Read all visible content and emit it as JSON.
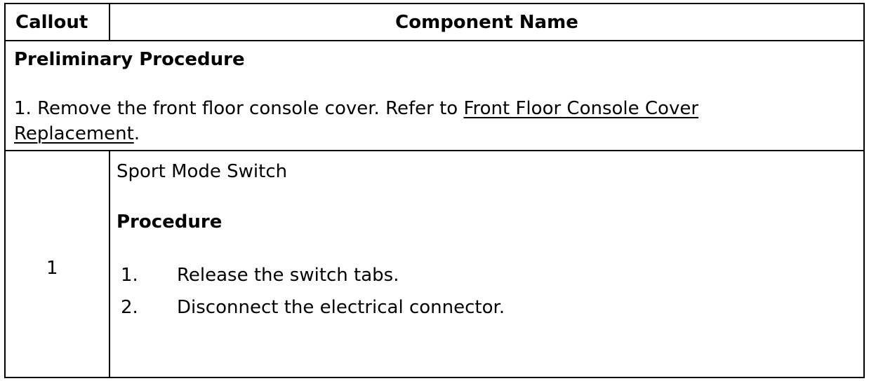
{
  "table": {
    "headers": {
      "callout": "Callout",
      "component_name": "Component Name"
    },
    "preliminary": {
      "title": "Preliminary Procedure",
      "step_text": "1. Remove the front floor console cover. Refer to ",
      "link_line1": "Front Floor Console Cover",
      "link_line2": "Replacement",
      "suffix": "."
    },
    "rows": [
      {
        "callout": "1",
        "component": "Sport Mode Switch",
        "procedure_title": "Procedure",
        "steps": [
          {
            "num": "1.",
            "text": "Release the switch tabs."
          },
          {
            "num": "2.",
            "text": "Disconnect the electrical connector."
          }
        ]
      }
    ]
  }
}
